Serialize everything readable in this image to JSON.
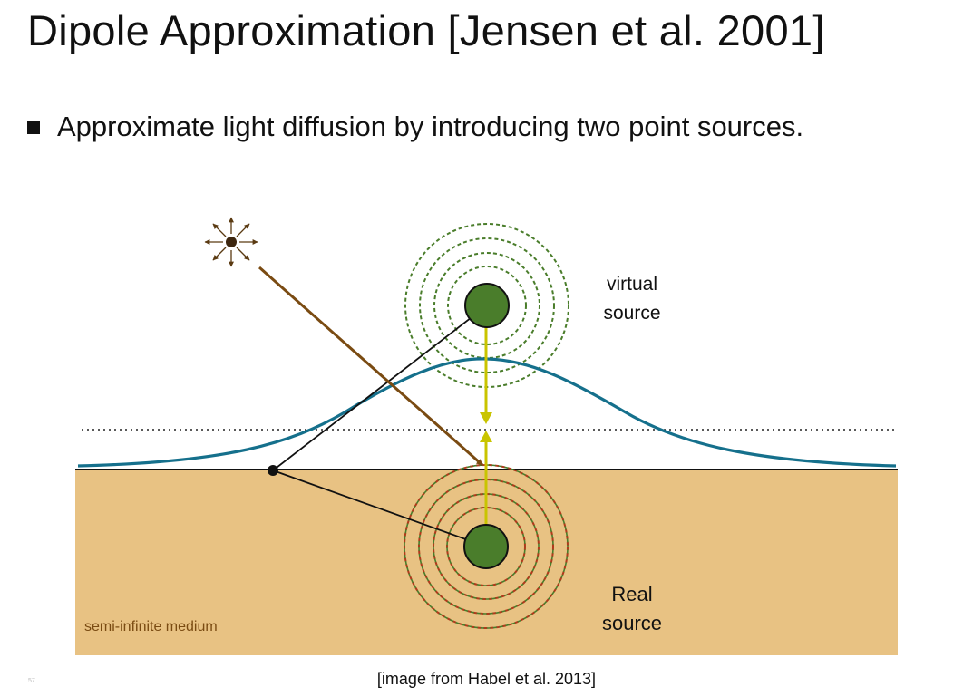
{
  "title": "Dipole Approximation [Jensen et al. 2001]",
  "bullet": "Approximate light diffusion by introducing two point sources.",
  "diagram": {
    "virtual_source_label_line1": "virtual",
    "virtual_source_label_line2": "source",
    "real_source_label_line1": "Real",
    "real_source_label_line2": "source",
    "medium_label": "semi-infinite medium"
  },
  "colors": {
    "medium": "#e8c283",
    "source_fill": "#4a7d2b",
    "ring_dash_green": "#4a7d2b",
    "ring_dash_red": "#b03a1c",
    "incident_ray": "#7a4b12",
    "profile_curve": "#15708c",
    "dipole_axis": "#c9c400",
    "medium_label_text": "#7a4b12"
  },
  "slide_number": "57",
  "caption": "[image from Habel et al. 2013]"
}
